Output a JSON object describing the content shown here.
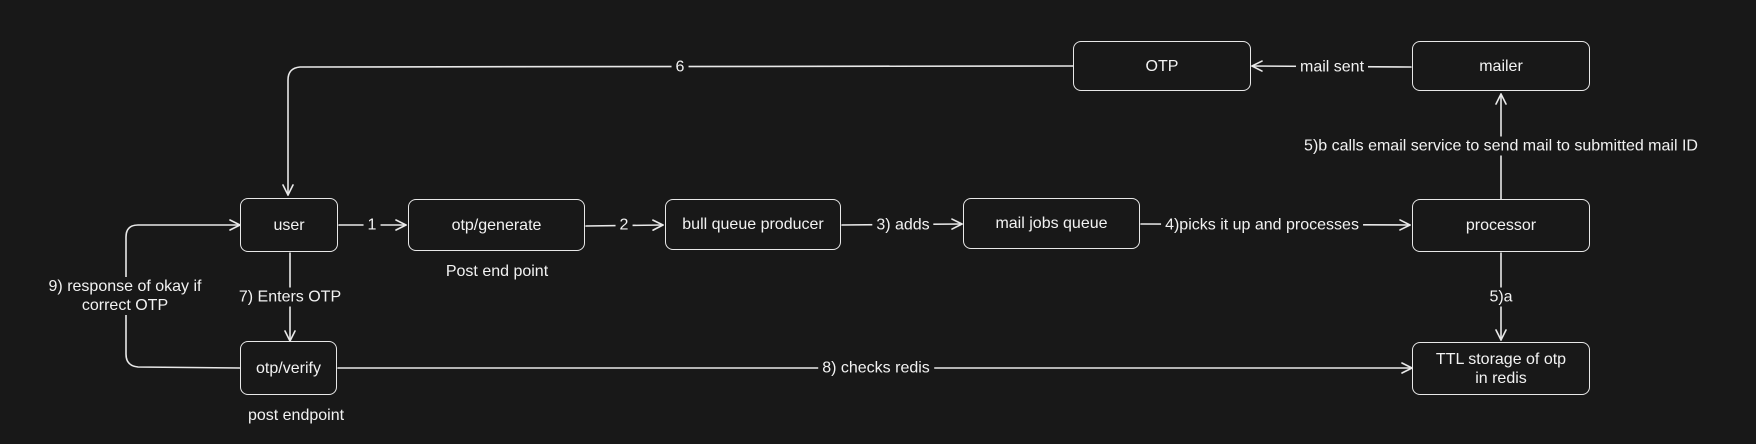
{
  "nodes": {
    "otp": "OTP",
    "mailer": "mailer",
    "user": "user",
    "otp_generate": "otp/generate",
    "bull_queue_producer": "bull queue producer",
    "mail_jobs_queue": "mail jobs queue",
    "processor": "processor",
    "otp_verify": "otp/verify",
    "ttl_storage": "TTL storage of otp in redis"
  },
  "edges": {
    "step1": "1",
    "step2": "2",
    "step3": "3) adds",
    "step4": "4)picks it up and processes",
    "step5a": "5)a",
    "step5b": "5)b calls email service to send mail to submitted mail ID",
    "mail_sent": "mail sent",
    "step6": "6",
    "step7": "7) Enters OTP",
    "step8": "8) checks redis",
    "step9": "9) response of okay if correct OTP"
  },
  "captions": {
    "generate": "Post end point",
    "verify": "post endpoint"
  },
  "colors": {
    "background": "#181818",
    "stroke": "#e8e8e8",
    "text": "#f2f2f2"
  }
}
